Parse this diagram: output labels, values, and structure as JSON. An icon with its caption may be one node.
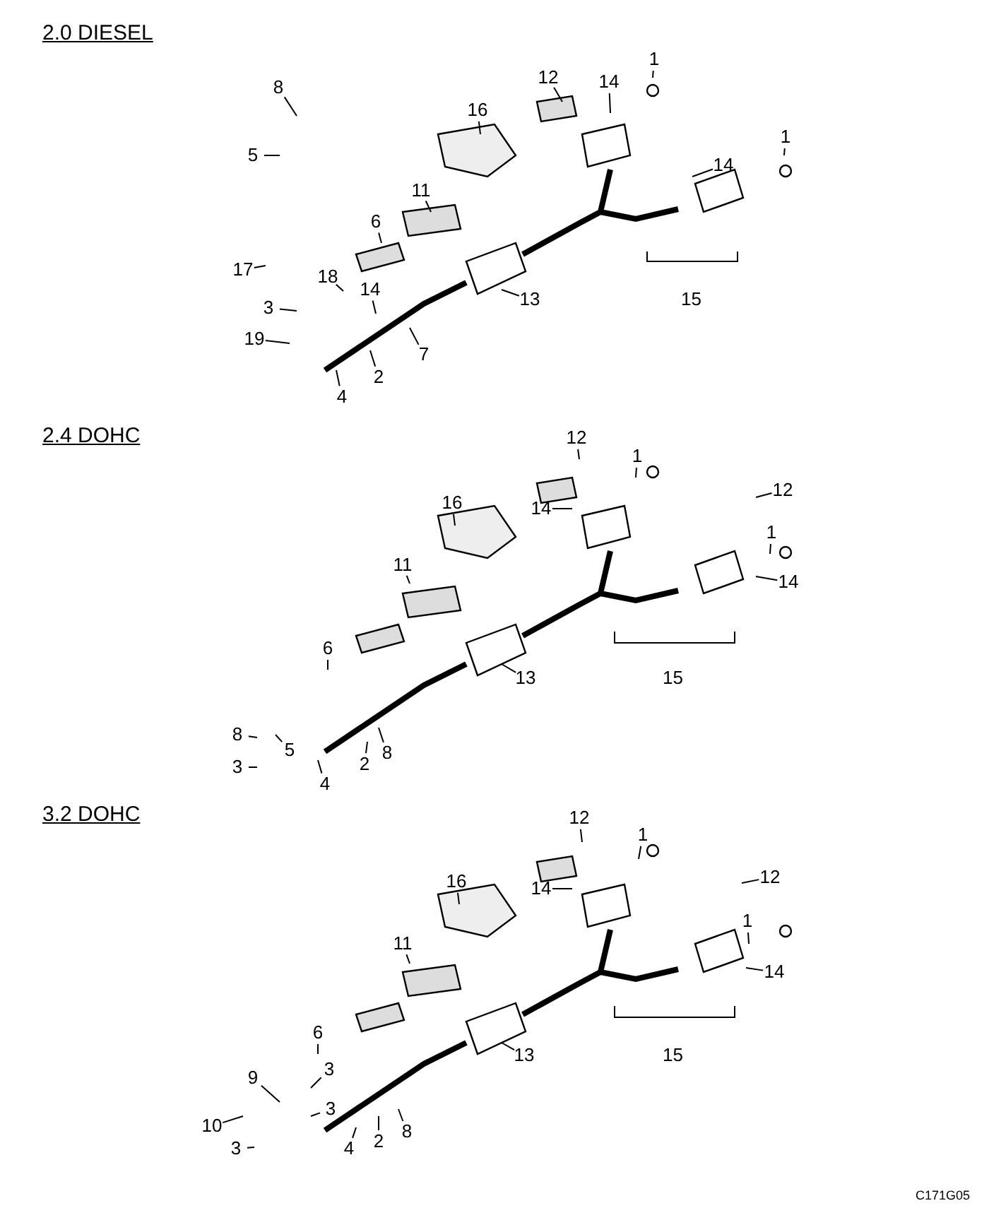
{
  "diagram": {
    "nodes": [
      {
        "text": [
          "8"
        ]
      },
      {
        "text": [
          "5"
        ]
      },
      {
        "text": [
          "16"
        ]
      },
      {
        "text": [
          "12"
        ]
      },
      {
        "text": [
          "14"
        ]
      },
      {
        "text": [
          "1"
        ]
      },
      {
        "text": [
          "1"
        ]
      },
      {
        "text": [
          "14"
        ]
      },
      {
        "text": [
          "11"
        ]
      },
      {
        "text": [
          "6"
        ]
      },
      {
        "text": [
          "17"
        ]
      },
      {
        "text": [
          "18"
        ]
      },
      {
        "text": [
          "14"
        ]
      },
      {
        "text": [
          "3"
        ]
      },
      {
        "text": [
          "13"
        ]
      },
      {
        "text": [
          "19"
        ]
      },
      {
        "text": [
          "2"
        ]
      },
      {
        "text": [
          "7"
        ]
      },
      {
        "text": [
          "4"
        ]
      },
      {
        "text": [
          "12"
        ]
      },
      {
        "text": [
          "1"
        ]
      },
      {
        "text": [
          "16"
        ]
      },
      {
        "text": [
          "14"
        ]
      },
      {
        "text": [
          "12"
        ]
      },
      {
        "text": [
          "1"
        ]
      },
      {
        "text": [
          "11"
        ]
      },
      {
        "text": [
          "14"
        ]
      },
      {
        "text": [
          "6"
        ]
      },
      {
        "text": [
          "13"
        ]
      },
      {
        "text": [
          "8"
        ]
      },
      {
        "text": [
          "5"
        ]
      },
      {
        "text": [
          "3"
        ]
      },
      {
        "text": [
          "2"
        ]
      },
      {
        "text": [
          "8"
        ]
      },
      {
        "text": [
          "4"
        ]
      },
      {
        "text": [
          "12"
        ]
      },
      {
        "text": [
          "1"
        ]
      },
      {
        "text": [
          "16"
        ]
      },
      {
        "text": [
          "14"
        ]
      },
      {
        "text": [
          "12"
        ]
      },
      {
        "text": [
          "1"
        ]
      },
      {
        "text": [
          "11"
        ]
      },
      {
        "text": [
          "14"
        ]
      },
      {
        "text": [
          "6"
        ]
      },
      {
        "text": [
          "13"
        ]
      },
      {
        "text": [
          "9"
        ]
      },
      {
        "text": [
          "3"
        ]
      },
      {
        "text": [
          "10"
        ]
      },
      {
        "text": [
          "3"
        ]
      },
      {
        "text": [
          "8"
        ]
      },
      {
        "text": [
          "2"
        ]
      },
      {
        "text": [
          "3"
        ]
      },
      {
        "text": [
          "4"
        ]
      }
    ],
    "edges": [
      {
        "from": 0,
        "to": null,
        "arrow": "none"
      },
      {
        "from": 1,
        "to": null,
        "arrow": "none"
      },
      {
        "from": 2,
        "to": null,
        "arrow": "none"
      },
      {
        "from": 3,
        "to": null,
        "arrow": "none"
      },
      {
        "from": 4,
        "to": null,
        "arrow": "none"
      },
      {
        "from": 5,
        "to": null,
        "arrow": "none"
      },
      {
        "from": 6,
        "to": null,
        "arrow": "none"
      },
      {
        "from": 7,
        "to": null,
        "arrow": "none"
      },
      {
        "from": 8,
        "to": null,
        "arrow": "none"
      },
      {
        "from": 9,
        "to": null,
        "arrow": "none"
      },
      {
        "from": 10,
        "to": null,
        "arrow": "none"
      },
      {
        "from": 11,
        "to": null,
        "arrow": "none"
      },
      {
        "from": 12,
        "to": null,
        "arrow": "none"
      },
      {
        "from": 13,
        "to": null,
        "arrow": "none"
      },
      {
        "from": 14,
        "to": null,
        "arrow": "none"
      },
      {
        "from": 15,
        "to": null,
        "arrow": "none"
      },
      {
        "from": 16,
        "to": null,
        "arrow": "none"
      },
      {
        "from": 17,
        "to": null,
        "arrow": "none"
      },
      {
        "from": 18,
        "to": null,
        "arrow": "none"
      },
      {
        "from": 19,
        "to": null,
        "arrow": "none"
      },
      {
        "from": 20,
        "to": null,
        "arrow": "none"
      },
      {
        "from": 21,
        "to": null,
        "arrow": "none"
      },
      {
        "from": 22,
        "to": null,
        "arrow": "none"
      },
      {
        "from": 23,
        "to": null,
        "arrow": "none"
      },
      {
        "from": 24,
        "to": null,
        "arrow": "none"
      },
      {
        "from": 25,
        "to": null,
        "arrow": "none"
      },
      {
        "from": 26,
        "to": null,
        "arrow": "none"
      },
      {
        "from": 27,
        "to": null,
        "arrow": "none"
      },
      {
        "from": 28,
        "to": null,
        "arrow": "none"
      },
      {
        "from": 29,
        "to": null,
        "arrow": "none"
      },
      {
        "from": 30,
        "to": null,
        "arrow": "none"
      },
      {
        "from": 31,
        "to": null,
        "arrow": "none"
      },
      {
        "from": 32,
        "to": null,
        "arrow": "none"
      },
      {
        "from": 33,
        "to": null,
        "arrow": "none"
      },
      {
        "from": 34,
        "to": null,
        "arrow": "none"
      },
      {
        "from": 35,
        "to": null,
        "arrow": "none"
      },
      {
        "from": 36,
        "to": null,
        "arrow": "none"
      },
      {
        "from": 37,
        "to": null,
        "arrow": "none"
      },
      {
        "from": 38,
        "to": null,
        "arrow": "none"
      },
      {
        "from": 39,
        "to": null,
        "arrow": "none"
      },
      {
        "from": 40,
        "to": null,
        "arrow": "none"
      },
      {
        "from": 41,
        "to": null,
        "arrow": "none"
      },
      {
        "from": 42,
        "to": null,
        "arrow": "none"
      },
      {
        "from": 43,
        "to": null,
        "arrow": "none"
      },
      {
        "from": 44,
        "to": null,
        "arrow": "none"
      },
      {
        "from": 45,
        "to": null,
        "arrow": "none"
      },
      {
        "from": 46,
        "to": null,
        "arrow": "none"
      },
      {
        "from": 47,
        "to": null,
        "arrow": "none"
      },
      {
        "from": 48,
        "to": null,
        "arrow": "none"
      },
      {
        "from": 49,
        "to": null,
        "arrow": "none"
      },
      {
        "from": 50,
        "to": null,
        "arrow": "none"
      },
      {
        "from": 51,
        "to": null,
        "arrow": "none"
      },
      {
        "from": 52,
        "to": null,
        "arrow": "none"
      }
    ],
    "labels": [
      "2.0 DIESEL",
      "15",
      "2.4 DOHC",
      "15",
      "3.2 DOHC",
      "15",
      "C171G05"
    ]
  }
}
